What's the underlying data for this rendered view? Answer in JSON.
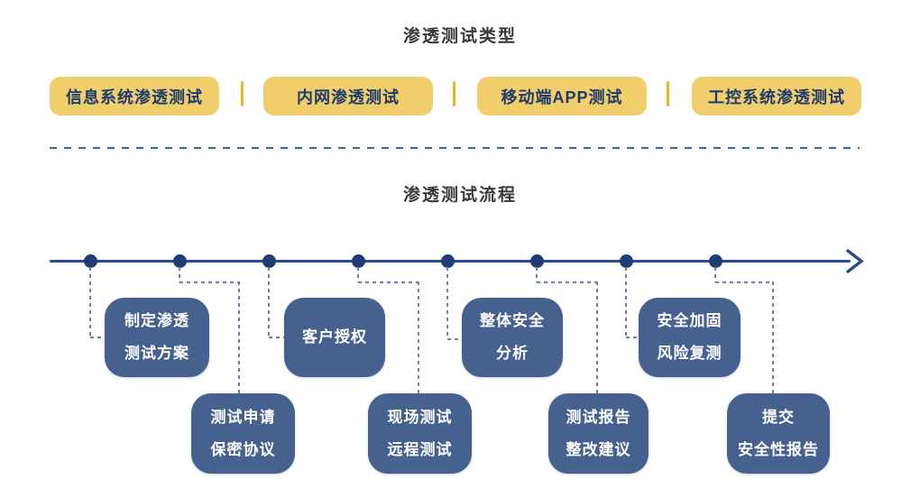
{
  "types_section": {
    "title": "渗透测试类型",
    "items": [
      {
        "label": "信息系统渗透测试"
      },
      {
        "label": "内网渗透测试"
      },
      {
        "label": "移动端APP测试"
      },
      {
        "label": "工控系统渗透测试"
      }
    ],
    "colors": {
      "box_fill": "#EFCE6B",
      "box_text": "#1F3B6E",
      "separator": "#F2B11E"
    }
  },
  "process_section": {
    "title": "渗透测试流程",
    "steps": [
      {
        "lines": [
          "制定渗透",
          "测试方案"
        ]
      },
      {
        "lines": [
          "测试申请",
          "保密协议"
        ]
      },
      {
        "lines": [
          "客户授权"
        ]
      },
      {
        "lines": [
          "现场测试",
          "远程测试"
        ]
      },
      {
        "lines": [
          "整体安全",
          "分析"
        ]
      },
      {
        "lines": [
          "测试报告",
          "整改建议"
        ]
      },
      {
        "lines": [
          "安全加固",
          "风险复测"
        ]
      },
      {
        "lines": [
          "提交",
          "安全性报告"
        ]
      }
    ],
    "colors": {
      "step_fill": "#47618F",
      "step_text": "#FFFFFF",
      "timeline": "#2A4A8C",
      "dot": "#1F3C74",
      "connector": "#6D80A5",
      "divider": "#3467B2"
    }
  }
}
